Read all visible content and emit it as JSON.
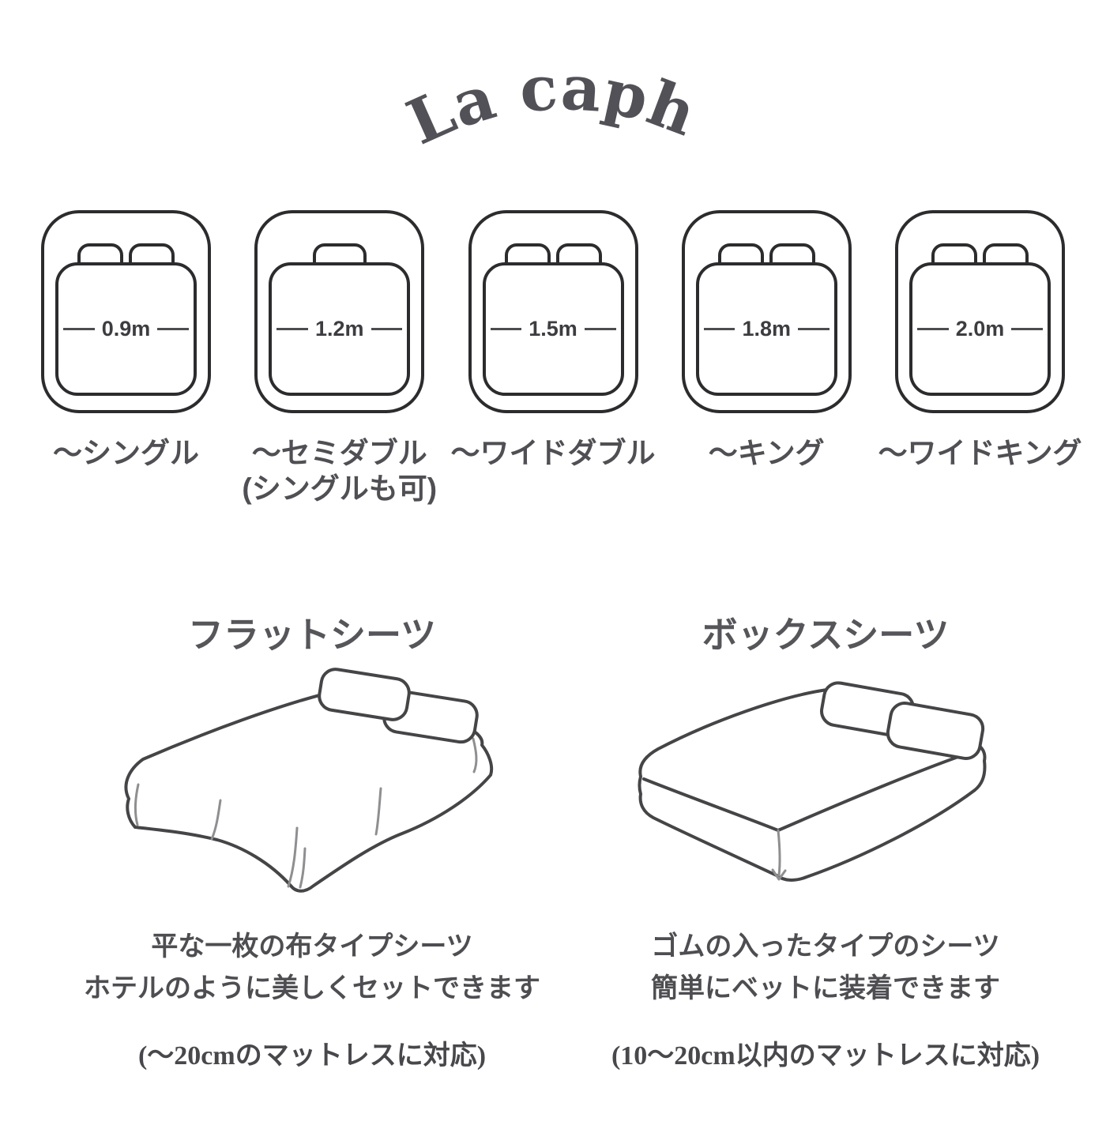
{
  "brand": {
    "logo_text": "La caph"
  },
  "size_chart": {
    "items": [
      {
        "width": "0.9m",
        "pillows": 2,
        "label_line1": "〜シングル",
        "label_line2": ""
      },
      {
        "width": "1.2m",
        "pillows": 1,
        "label_line1": "〜セミダブル",
        "label_line2": "(シングルも可)"
      },
      {
        "width": "1.5m",
        "pillows": 2,
        "label_line1": "〜ワイドダブル",
        "label_line2": ""
      },
      {
        "width": "1.8m",
        "pillows": 2,
        "label_line1": "〜キング",
        "label_line2": ""
      },
      {
        "width": "2.0m",
        "pillows": 2,
        "label_line1": "〜ワイドキング",
        "label_line2": ""
      }
    ]
  },
  "sheet_types": {
    "flat": {
      "title": "フラットシーツ",
      "desc_line1": "平な一枚の布タイプシーツ",
      "desc_line2": "ホテルのように美しくセットできます",
      "note": "(〜20cmのマットレスに対応)"
    },
    "box": {
      "title": "ボックスシーツ",
      "desc_line1": "ゴムの入ったタイプのシーツ",
      "desc_line2": "簡単にベットに装着できます",
      "note": "(10〜20cm以内のマットレスに対応)"
    }
  },
  "colors": {
    "background": "#ffffff",
    "text": "#55555a",
    "diagram_line_art": "#2c2c2e",
    "illustration_line_art": "#454547"
  }
}
